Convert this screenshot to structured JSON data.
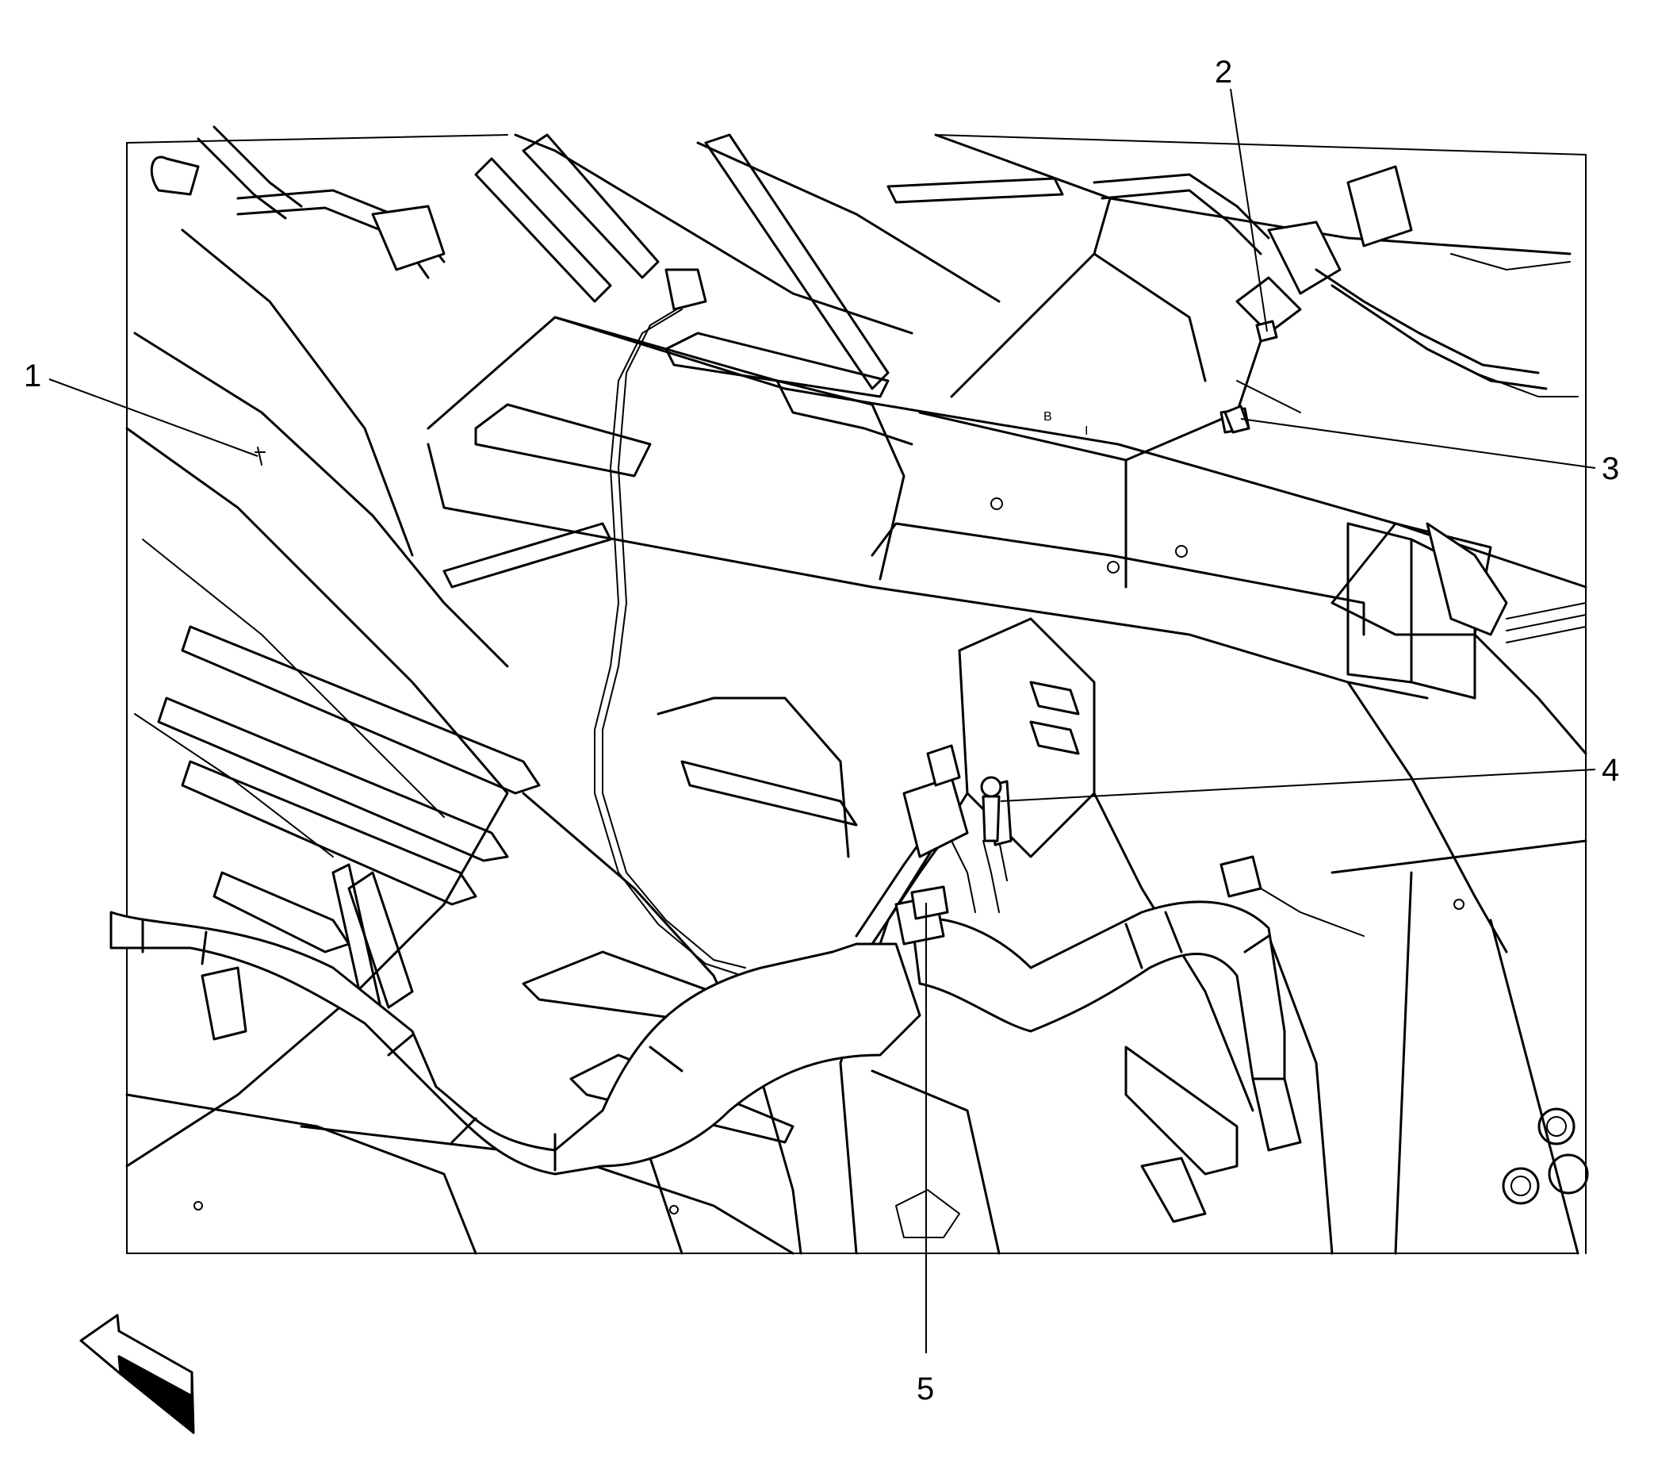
{
  "diagram": {
    "type": "technical-line-illustration",
    "colors": {
      "line": "#000000",
      "background": "#ffffff"
    },
    "callouts": [
      {
        "id": "1",
        "label": "1"
      },
      {
        "id": "2",
        "label": "2"
      },
      {
        "id": "3",
        "label": "3"
      },
      {
        "id": "4",
        "label": "4"
      },
      {
        "id": "5",
        "label": "5"
      }
    ],
    "stamped_text": [
      "B",
      "I"
    ],
    "direction_icon": "forward-arrow-icon"
  }
}
